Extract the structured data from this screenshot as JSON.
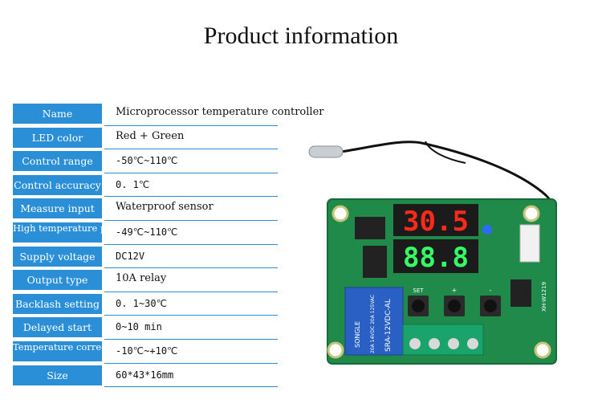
{
  "title": "Product information",
  "specs": [
    {
      "label": "Name",
      "value": "Microprocessor temperature controller"
    },
    {
      "label": "LED color",
      "value": "Red + Green"
    },
    {
      "label": "Control range",
      "value": "-50℃~110℃"
    },
    {
      "label": "Control accuracy",
      "value": "0. 1℃"
    },
    {
      "label": "Measure input",
      "value": "Waterproof sensor"
    },
    {
      "label": "High temperature protection",
      "value": "-49℃~110℃"
    },
    {
      "label": "Supply voltage",
      "value": "DC12V"
    },
    {
      "label": "Output type",
      "value": "10A relay"
    },
    {
      "label": "Backlash setting",
      "value": "0. 1~30℃"
    },
    {
      "label": "Delayed start",
      "value": "0~10 min"
    },
    {
      "label": "Temperature correction",
      "value": "-10℃~+10℃"
    },
    {
      "label": "Size",
      "value": "60*43*16mm"
    }
  ],
  "board": {
    "display_top": "30.5",
    "display_bottom": "88.8",
    "relay_text": "SRA-12VDC-AL",
    "relay_brand": "SONGLE",
    "relay_rating": "20A 14VDC 20A 125VAC",
    "model": "XH-W1219",
    "btn_set": "SET",
    "btn_plus": "+",
    "btn_minus": "-"
  },
  "colors": {
    "label_bg": "#2b8fd8",
    "pcb": "#1f8a4a",
    "red_led": "#ff2a1a",
    "green_led": "#33ff66",
    "terminal": "#1aa36a"
  }
}
